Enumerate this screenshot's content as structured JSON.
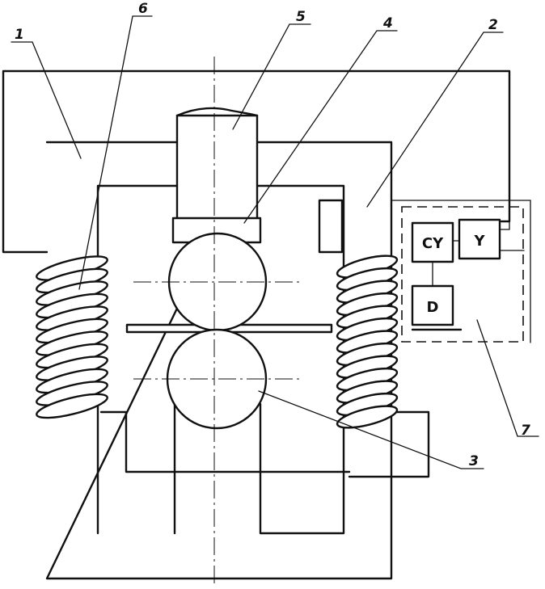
{
  "diagram": {
    "callouts": [
      {
        "id": "1",
        "text": "1"
      },
      {
        "id": "2",
        "text": "2"
      },
      {
        "id": "3",
        "text": "3"
      },
      {
        "id": "4",
        "text": "4"
      },
      {
        "id": "5",
        "text": "5"
      },
      {
        "id": "6",
        "text": "6"
      },
      {
        "id": "7",
        "text": "7"
      }
    ],
    "control_blocks": {
      "cy": "CY",
      "y": "Y",
      "d": "D"
    },
    "colors": {
      "ink": "#111111",
      "background": "#ffffff"
    }
  }
}
